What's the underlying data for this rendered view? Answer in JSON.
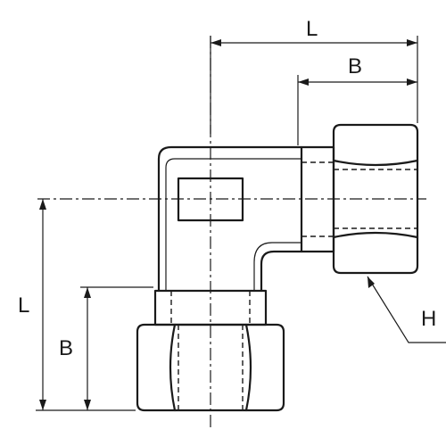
{
  "labels": {
    "length_top": "L",
    "nut_length_top": "B",
    "length_left": "L",
    "nut_length_left": "B",
    "hex": "H"
  }
}
